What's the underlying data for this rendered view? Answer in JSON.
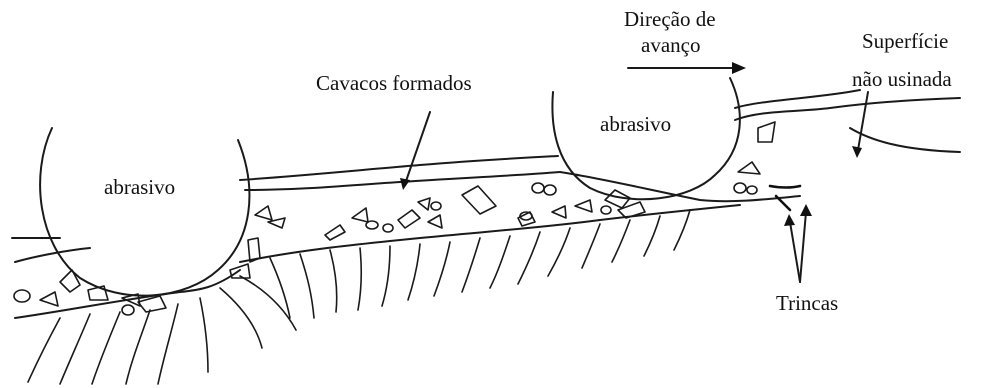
{
  "labels": {
    "abrasive_left": "abrasivo",
    "abrasive_right": "abrasivo",
    "chips": "Cavacos formados",
    "feed_direction_line1": "Direção de",
    "feed_direction_line2": "avanço",
    "unmachined_surface_line1": "Superfície",
    "unmachined_surface_line2": "não usinada",
    "cracks": "Trincas"
  }
}
